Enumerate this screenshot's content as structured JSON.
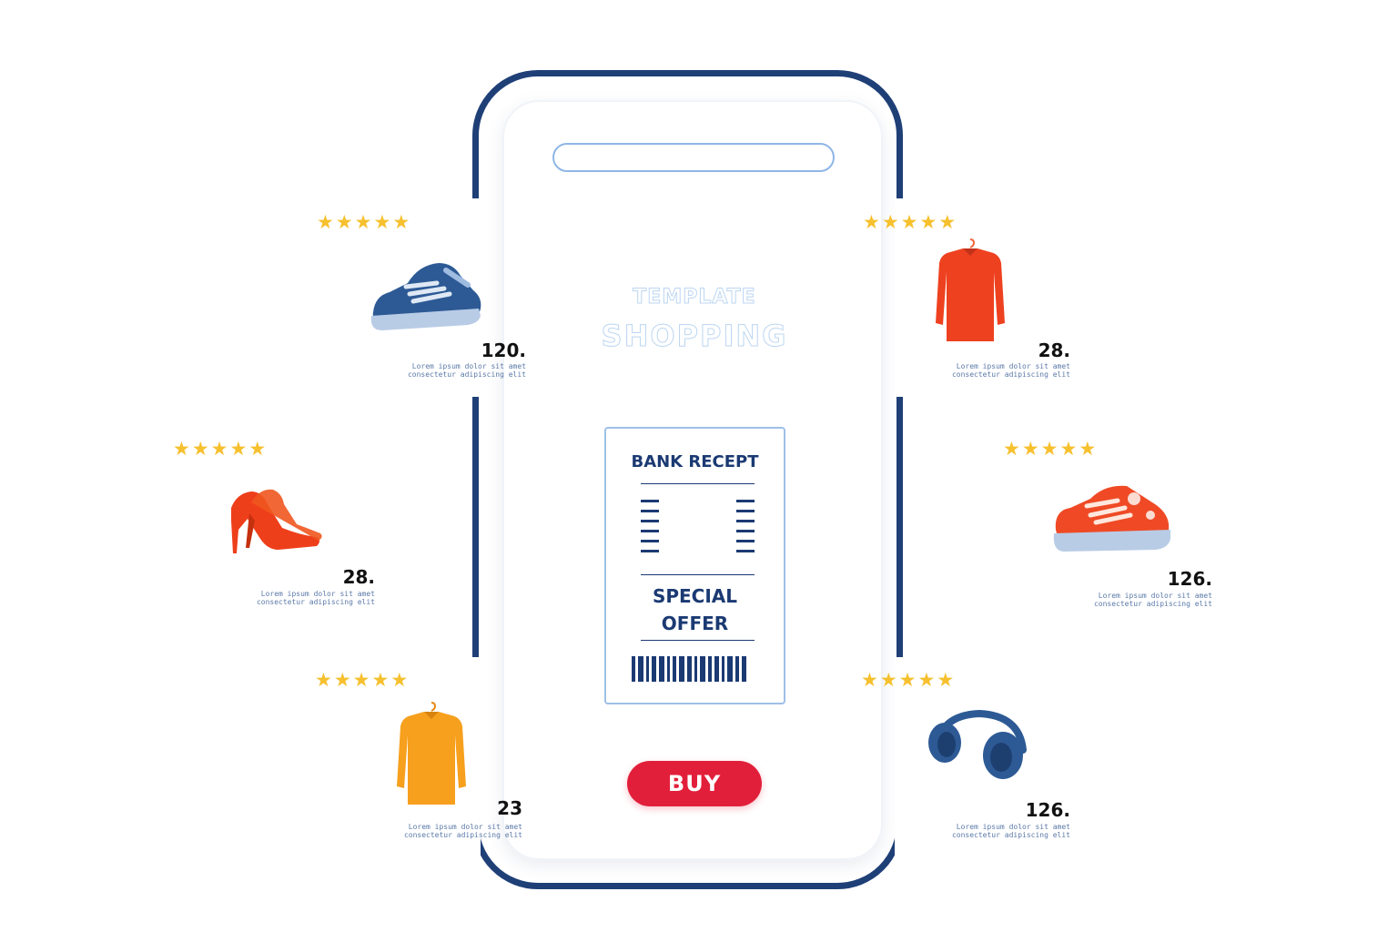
{
  "page": {
    "title_line1": "TEMPLATE",
    "title_line2": "SHOPPING",
    "colors": {
      "frame": "#1f3f77",
      "accent_red": "#e21f3a",
      "orange": "#f0471e",
      "yellow_orange": "#f6a21e",
      "star": "#f6c02e",
      "search_border": "#8fb6e6"
    }
  },
  "search": {
    "placeholder": ""
  },
  "receipt": {
    "title": "BANK RECEPT",
    "offer_line1": "SPECIAL",
    "offer_line2": "OFFER"
  },
  "buy_button": {
    "label": "BUY"
  },
  "products": [
    {
      "icon": "sneaker-icon",
      "color": "#2d5a95",
      "rating": 5,
      "price": "120.",
      "desc_line1": "Lorem ipsum dolor sit amet",
      "desc_line2": "consectetur adipiscing elit"
    },
    {
      "icon": "tshirt-icon",
      "color": "#ee4120",
      "rating": 5,
      "price": "28.",
      "desc_line1": "Lorem ipsum dolor sit amet",
      "desc_line2": "consectetur adipiscing elit"
    },
    {
      "icon": "high-heel-icon",
      "color": "#ee3f1b",
      "rating": 5,
      "price": "28.",
      "desc_line1": "Lorem ipsum dolor sit amet",
      "desc_line2": "consectetur adipiscing elit"
    },
    {
      "icon": "sneaker-icon",
      "color": "#ef4a25",
      "rating": 5,
      "price": "126.",
      "desc_line1": "Lorem ipsum dolor sit amet",
      "desc_line2": "consectetur adipiscing elit"
    },
    {
      "icon": "tshirt-icon",
      "color": "#f6a01e",
      "rating": 5,
      "price": "23",
      "desc_line1": "Lorem ipsum dolor sit amet",
      "desc_line2": "consectetur adipiscing elit"
    },
    {
      "icon": "headphones-icon",
      "color": "#2d5a95",
      "rating": 5,
      "price": "126.",
      "desc_line1": "Lorem ipsum dolor sit amet",
      "desc_line2": "consectetur adipiscing elit"
    }
  ]
}
